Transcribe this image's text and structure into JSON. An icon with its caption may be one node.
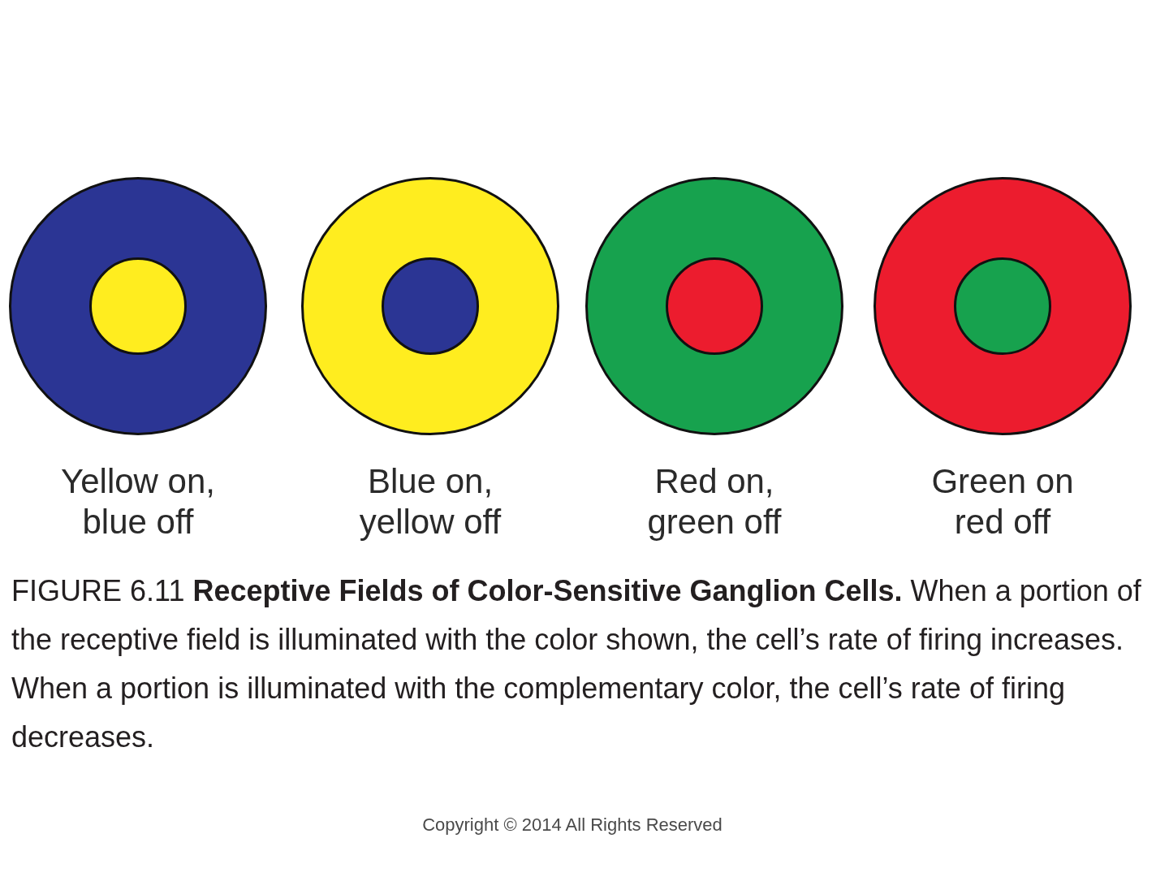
{
  "diagram": {
    "caption": "FIGURE 6.11 **Receptive Fields of Color-Sensitive Ganglion Cells.** When a portion of the receptive field is illuminated with the color shown, the cell’s rate of firing increases. When a portion is illuminated with the complementary color, the cell’s rate of firing decreases.",
    "nodes": [
      {
        "text": [],
        "shape": "circle",
        "beside": [
          "Yellow on, blue off"
        ]
      },
      {
        "text": [],
        "shape": "circle",
        "in": 0
      },
      {
        "text": [],
        "shape": "circle",
        "beside": [
          "Blue on, yellow off"
        ]
      },
      {
        "text": [],
        "shape": "circle",
        "in": 2
      },
      {
        "text": [],
        "shape": "circle",
        "beside": [
          "Red on, green off"
        ]
      },
      {
        "text": [],
        "shape": "circle",
        "in": 4
      },
      {
        "text": [],
        "shape": "circle",
        "beside": [
          "Green on red off"
        ]
      },
      {
        "text": [],
        "shape": "circle",
        "in": 6
      }
    ],
    "labels": [
      "Copyright © 2014 All Rights Reserved"
    ]
  }
}
